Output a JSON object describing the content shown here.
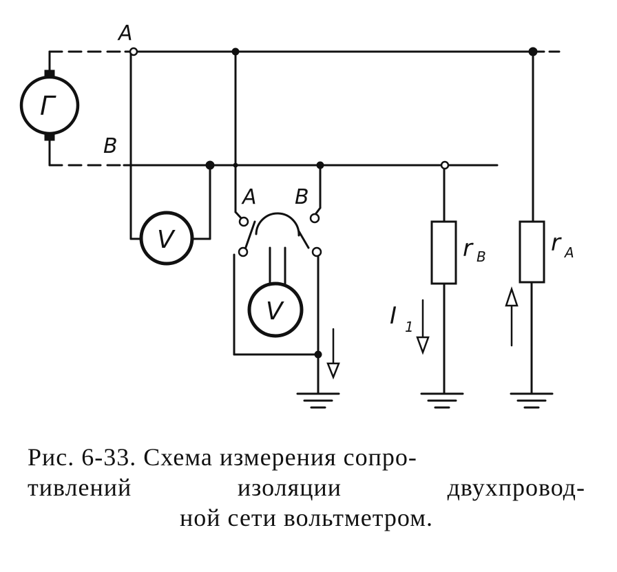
{
  "diagram": {
    "labels": {
      "line_a": "A",
      "line_b": "B",
      "generator": "Г",
      "voltmeter_1": "V",
      "voltmeter_2": "V",
      "switch_a": "A",
      "switch_b": "B",
      "resistor_b": "r",
      "resistor_b_sub": "B",
      "resistor_a": "r",
      "resistor_a_sub": "A",
      "current": "I",
      "current_sub": "1"
    }
  },
  "caption": {
    "line1": "Рис. 6-33. Схема измерения сопро-",
    "line2": "тивлений изоляции двухпровод-",
    "line3": "ной сети вольтметром."
  }
}
